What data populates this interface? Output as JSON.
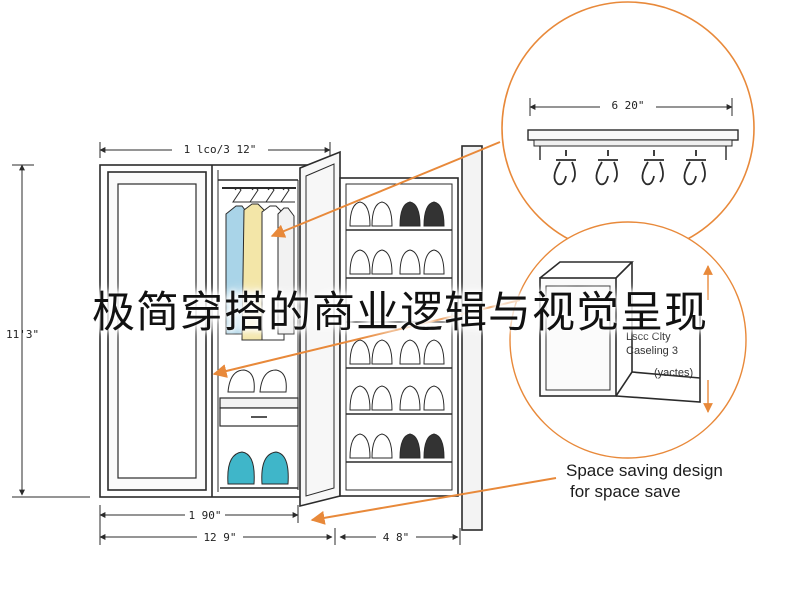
{
  "headline": "极简穿搭的商业逻辑与视觉呈现",
  "dimensions": {
    "top_width": "1 lco/3 12\"",
    "left_height": "11'3\"",
    "bottom_inner": "1 90\"",
    "bottom_total": "12 9\"",
    "bottom_right": "4 8\"",
    "rail_length": "6 20\""
  },
  "callouts": {
    "space_saving_line1": "Space saving design",
    "space_saving_line2": "for space save",
    "cube_line1": "Lscc Clty",
    "cube_line2": "Caseling 3",
    "cube_line3": "(yactes)"
  },
  "colors": {
    "accent_arrow": "#e8893a",
    "line": "#2b2b2b",
    "garment_blue": "#a9d4e8",
    "garment_yellow": "#f3e6a8",
    "shoe_teal": "#3fb6c9",
    "shoe_dark": "#333333"
  }
}
